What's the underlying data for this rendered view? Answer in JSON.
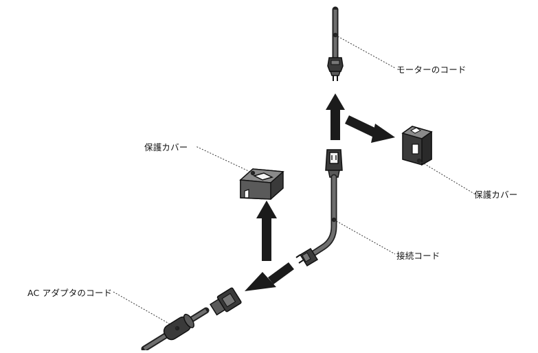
{
  "labels": {
    "motor_cord": "モーターのコード",
    "cover_right": "保護カバー",
    "cover_left": "保護カバー",
    "connection_cord": "接続コード",
    "ac_adapter_cord": "AC アダプタのコード"
  },
  "colors": {
    "part_dark": "#3a3a3a",
    "arrow": "#1b1b1b",
    "leader_line": "#333333"
  },
  "icons": [
    "arrow-up-icon",
    "arrow-down-right-icon",
    "arrow-down-left-icon"
  ]
}
